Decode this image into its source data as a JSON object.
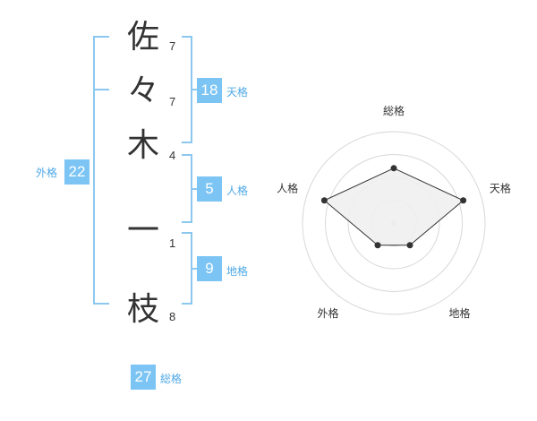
{
  "colors": {
    "bracket": "#8cc7ef",
    "badge": "#7bc4f4",
    "label": "#4fa8e6",
    "text": "#333333",
    "radar_ring": "#d8d8d8",
    "radar_fill": "#f0f0f0",
    "radar_stroke": "#333333"
  },
  "name_chars": [
    {
      "char": "佐",
      "strokes": "7"
    },
    {
      "char": "々",
      "strokes": "7"
    },
    {
      "char": "木",
      "strokes": "4"
    },
    {
      "char": "一",
      "strokes": "1"
    },
    {
      "char": "枝",
      "strokes": "8"
    }
  ],
  "fortunes": {
    "tenkaku": {
      "value": "18",
      "label": "天格"
    },
    "jinkaku": {
      "value": "5",
      "label": "人格"
    },
    "chikaku": {
      "value": "9",
      "label": "地格"
    },
    "gaikaku": {
      "value": "22",
      "label": "外格"
    },
    "soukaku": {
      "value": "27",
      "label": "総格"
    }
  },
  "chart_data": {
    "type": "radar",
    "axes": [
      "総格",
      "天格",
      "地格",
      "外格",
      "人格"
    ],
    "values": [
      3,
      4,
      1.5,
      1.5,
      4
    ],
    "max": 5,
    "rings": 4
  }
}
